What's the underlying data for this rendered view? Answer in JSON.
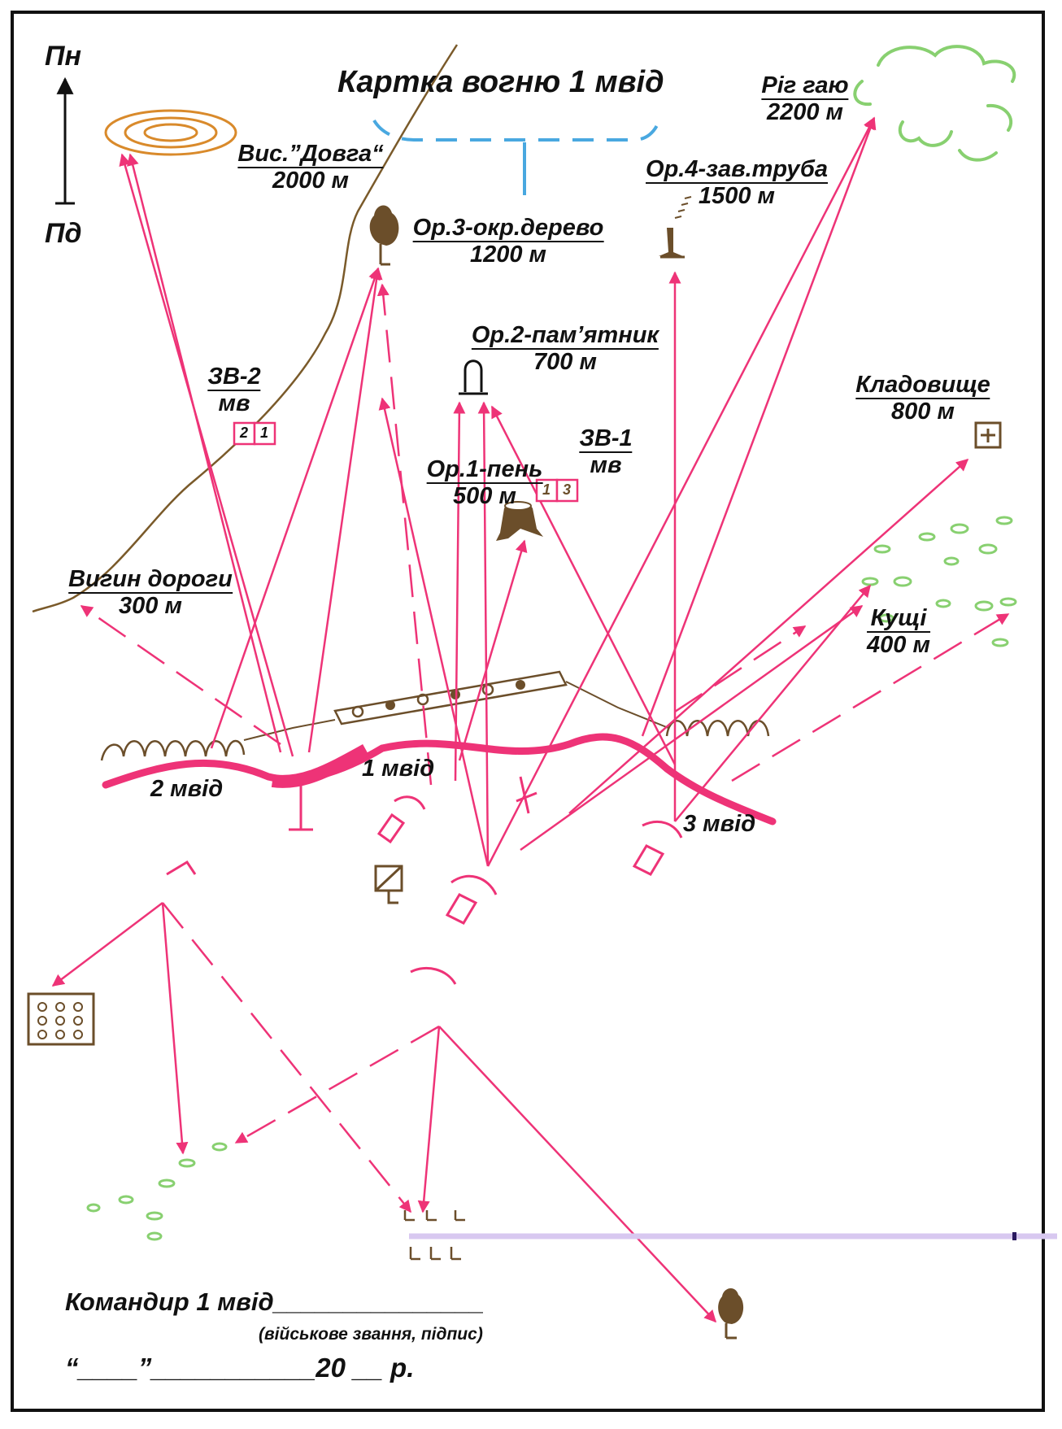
{
  "title": "Картка вогню 1 мвід",
  "compass": {
    "north": "Пн",
    "south": "Пд"
  },
  "landmarks": {
    "hill": {
      "name": "Вис.”Довга“",
      "distance": "2000 м"
    },
    "grove": {
      "name": "Ріг гаю",
      "distance": "2200 м"
    },
    "or4": {
      "name": "Ор.4-зав.труба",
      "distance": "1500 м"
    },
    "or3": {
      "name": "Ор.3-окр.дерево",
      "distance": "1200 м"
    },
    "or2": {
      "name": "Ор.2-пам’ятник",
      "distance": "700 м"
    },
    "or1": {
      "name": "Ор.1-пень",
      "distance": "500 м"
    },
    "cemetery": {
      "name": "Кладовище",
      "distance": "800 м"
    },
    "bushes": {
      "name": "Кущі",
      "distance": "400 м"
    },
    "road_bend": {
      "name": "Вигин дороги",
      "distance": "300 м"
    }
  },
  "sectors": {
    "zv2": {
      "name": "ЗВ-2",
      "unit": "мв",
      "cells": [
        "2",
        "1"
      ]
    },
    "zv1": {
      "name": "ЗВ-1",
      "unit": "мв",
      "cells": [
        "1",
        "3"
      ]
    }
  },
  "units": {
    "squad1": "1 мвід",
    "squad2": "2 мвід",
    "squad3": "3 мвід"
  },
  "signature": {
    "commander": "Командир 1 мвід",
    "line": "_______________",
    "caption": "(військове звання, підпис)",
    "date": "“____”___________20 __ р."
  },
  "colors": {
    "fire_lines": "#ee3377",
    "road": "#7a5a2a",
    "landmark": "#6b4e2a",
    "hill": "#d98a2b",
    "vegetation": "#88d070",
    "water": "#49a8e0",
    "frame": "#111111"
  }
}
